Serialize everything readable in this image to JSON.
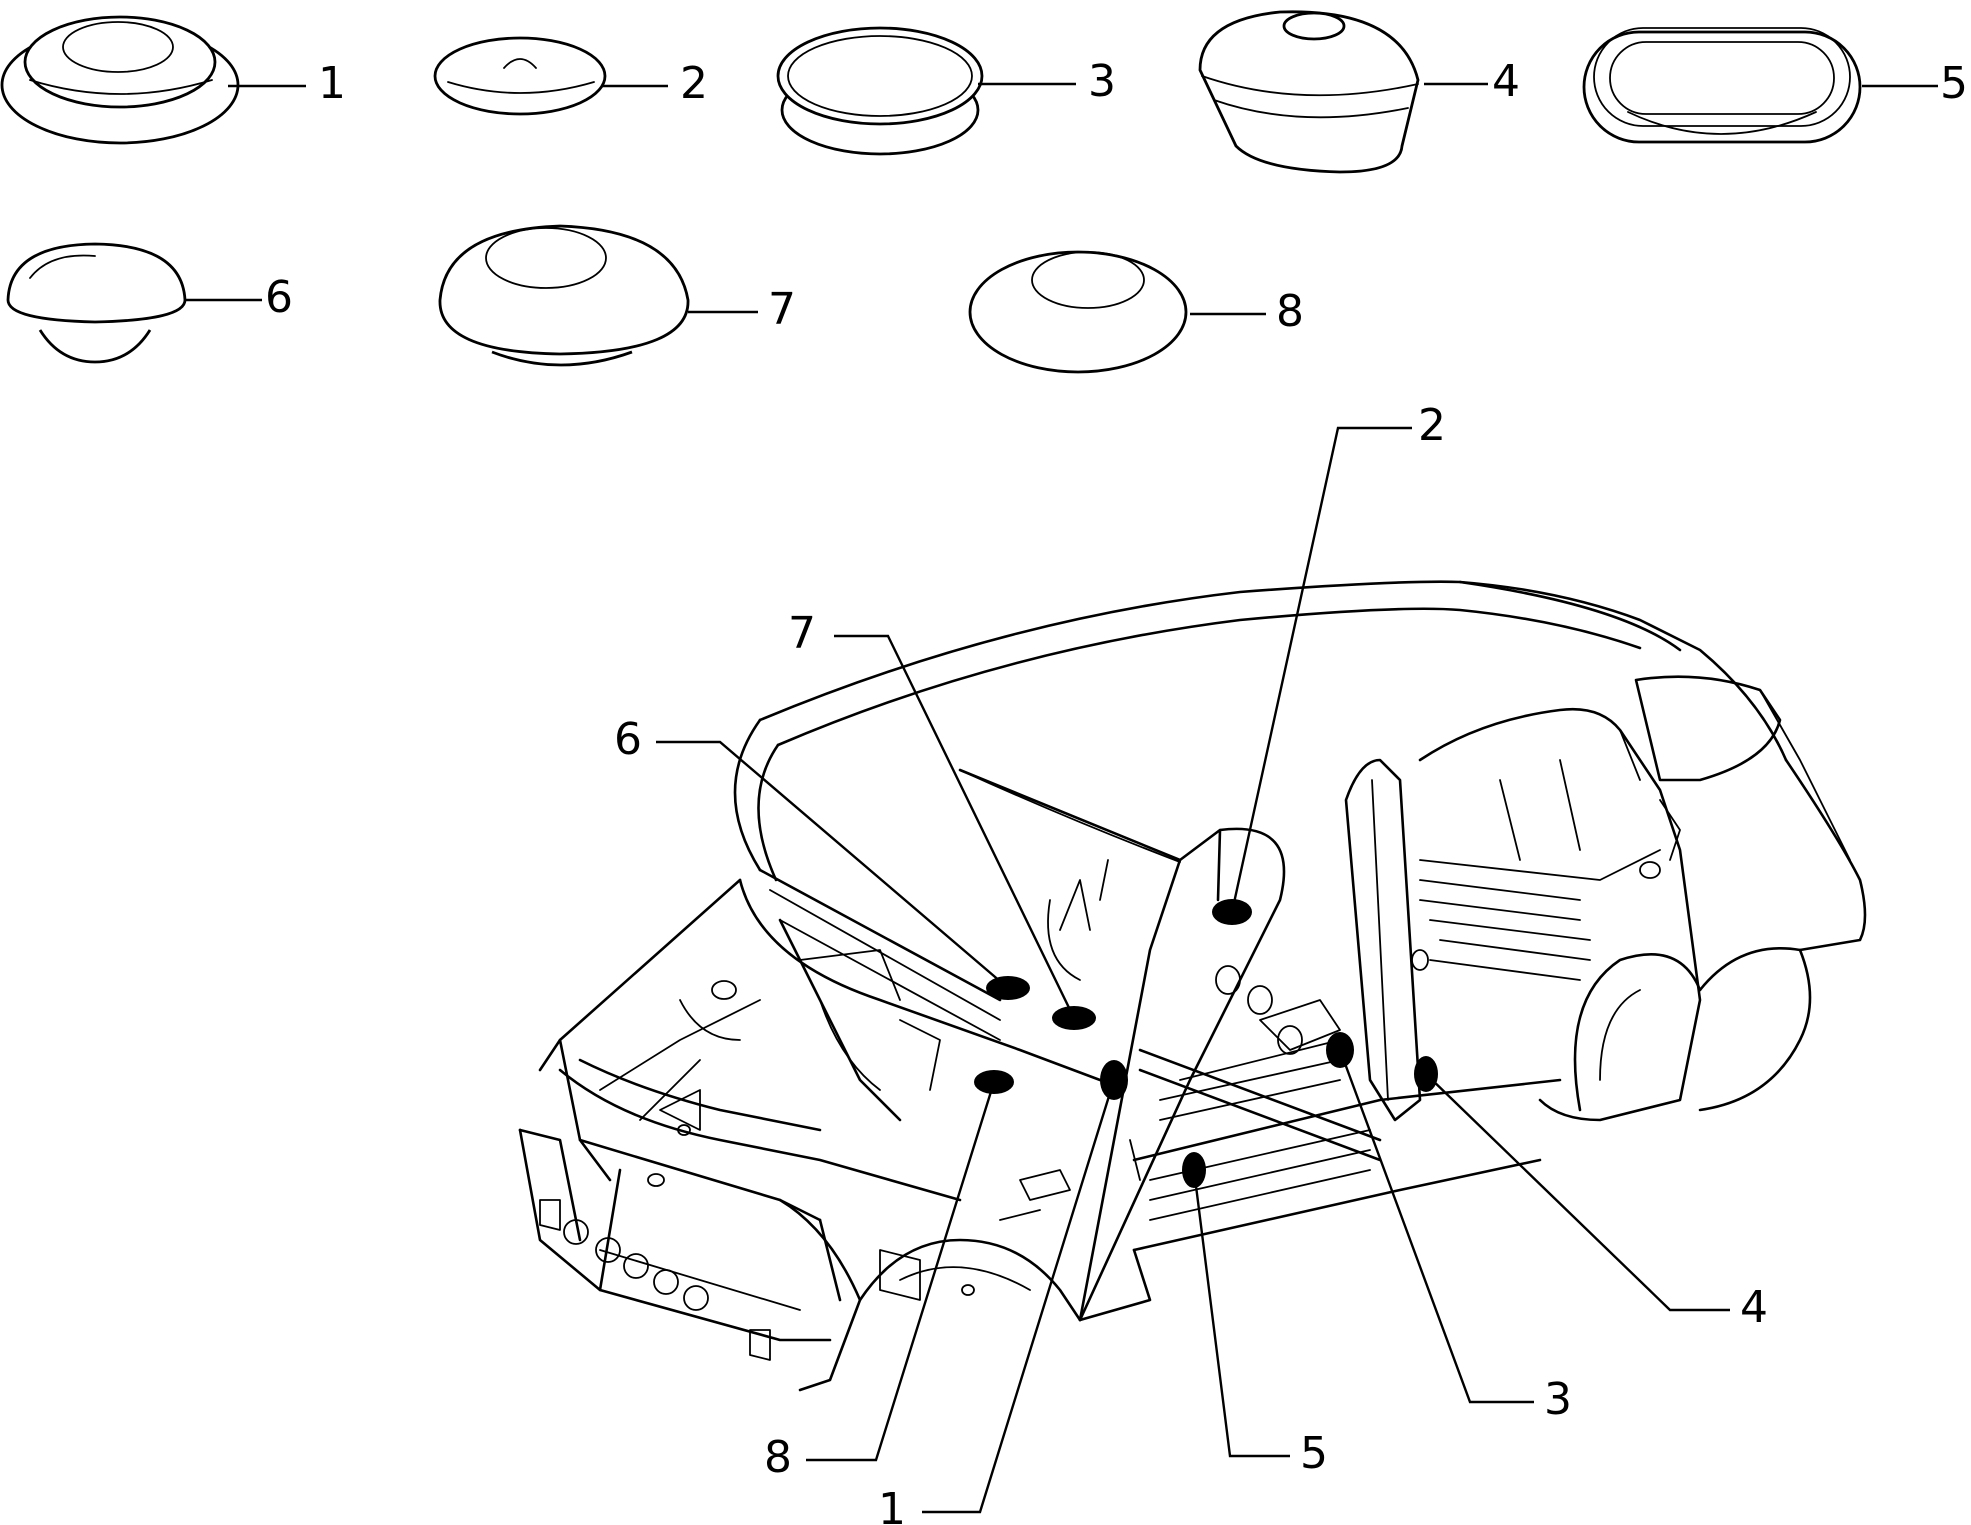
{
  "parts": [
    {
      "label": "1",
      "name": "grommet-1"
    },
    {
      "label": "2",
      "name": "grommet-2"
    },
    {
      "label": "3",
      "name": "grommet-3"
    },
    {
      "label": "4",
      "name": "grommet-4"
    },
    {
      "label": "5",
      "name": "grommet-5"
    },
    {
      "label": "6",
      "name": "grommet-6"
    },
    {
      "label": "7",
      "name": "grommet-7"
    },
    {
      "label": "8",
      "name": "grommet-8"
    }
  ],
  "callouts": [
    {
      "label": "2"
    },
    {
      "label": "7"
    },
    {
      "label": "6"
    },
    {
      "label": "8"
    },
    {
      "label": "1"
    },
    {
      "label": "5"
    },
    {
      "label": "3"
    },
    {
      "label": "4"
    }
  ]
}
